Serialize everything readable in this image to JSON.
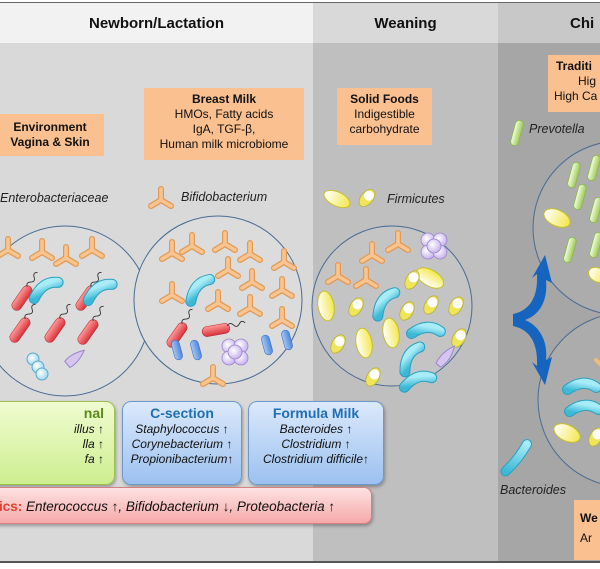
{
  "stages": [
    {
      "label": "Newborn/Lactation"
    },
    {
      "label": "Weaning"
    },
    {
      "label": "Chi"
    }
  ],
  "boxes": {
    "environment": {
      "title": "Environment",
      "line2": "Vagina & Skin"
    },
    "breast_milk": {
      "title": "Breast Milk",
      "lines": [
        "HMOs, Fatty acids",
        "IgA, TGF-β,",
        "Human milk microbiome"
      ]
    },
    "solid_foods": {
      "title": "Solid Foods",
      "lines": [
        "Indigestible",
        "carbohydrate"
      ]
    },
    "traditional": {
      "title": "Traditi",
      "lines": [
        "Hig",
        "High Ca"
      ]
    },
    "western": {
      "title": "We",
      "lines": [
        "Ar"
      ]
    }
  },
  "legend_labels": {
    "enterobacteriaceae": "Enterobacteriaceae",
    "bifidobacterium": "Bifidobacterium",
    "firmicutes": "Firmicutes",
    "prevotella": "Prevotella",
    "bacteroides": "Bacteroides"
  },
  "delivery_boxes": {
    "vaginal": {
      "title": "nal",
      "lines": [
        "illus ↑",
        "lla  ↑",
        "fa  ↑"
      ]
    },
    "c_section": {
      "title": "C-section",
      "lines": [
        "Staphylococcus ↑",
        "Corynebacterium  ↑",
        "Propionibacterium↑"
      ]
    },
    "formula_milk": {
      "title": "Formula Milk",
      "lines": [
        "Bacteroides ↑",
        "Clostridium  ↑",
        "Clostridium difficile↑"
      ]
    }
  },
  "antibiotics": {
    "prefix": "ics:",
    "text": "Enterococcus ↑, Bifidobacterium ↓, Proteobacteria ↑"
  },
  "colors": {
    "orange_box": "#fac090",
    "bifido": "#f5b97a",
    "enterobacteria": "#e0474c",
    "bacteroides_cyan": "#4fc6df",
    "firmicutes_yellow": "#f7f07a",
    "prevotella_green": "#b6d97a",
    "arrow_blue": "#1565c0"
  }
}
